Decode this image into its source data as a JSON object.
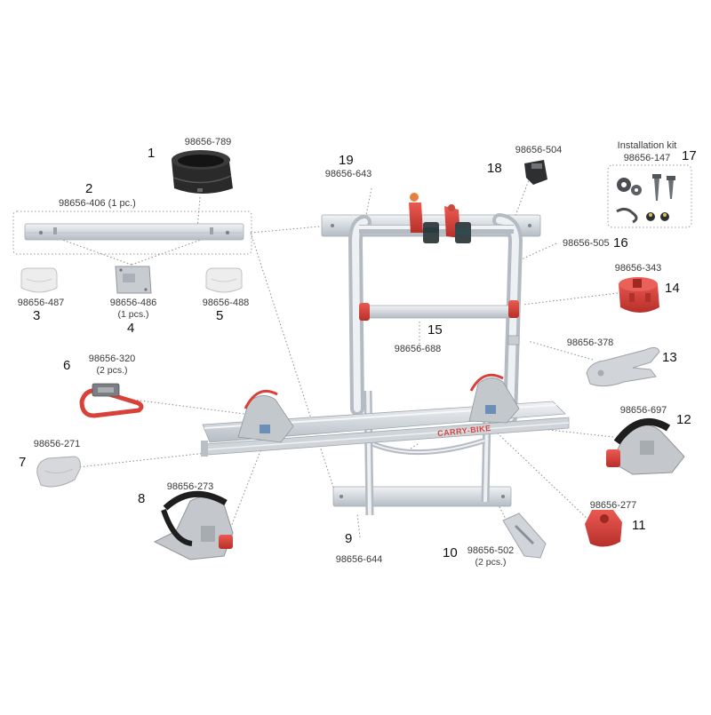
{
  "parts": [
    {
      "id": "1",
      "number": "1",
      "code": "98656-789",
      "note": ""
    },
    {
      "id": "2",
      "number": "2",
      "code": "98656-406",
      "note": "(1 pc.)"
    },
    {
      "id": "3",
      "number": "3",
      "code": "98656-487",
      "note": ""
    },
    {
      "id": "4",
      "number": "4",
      "code": "98656-486",
      "note": "(1 pcs.)"
    },
    {
      "id": "5",
      "number": "5",
      "code": "98656-488",
      "note": ""
    },
    {
      "id": "6",
      "number": "6",
      "code": "98656-320",
      "note": "(2 pcs.)"
    },
    {
      "id": "7",
      "number": "7",
      "code": "98656-271",
      "note": ""
    },
    {
      "id": "8",
      "number": "8",
      "code": "98656-273",
      "note": ""
    },
    {
      "id": "9",
      "number": "9",
      "code": "98656-644",
      "note": ""
    },
    {
      "id": "10",
      "number": "10",
      "code": "98656-502",
      "note": "(2 pcs.)"
    },
    {
      "id": "11",
      "number": "11",
      "code": "98656-277",
      "note": ""
    },
    {
      "id": "12",
      "number": "12",
      "code": "98656-697",
      "note": ""
    },
    {
      "id": "13",
      "number": "13",
      "code": "98656-378",
      "note": ""
    },
    {
      "id": "14",
      "number": "14",
      "code": "98656-343",
      "note": ""
    },
    {
      "id": "15",
      "number": "15",
      "code": "98656-688",
      "note": ""
    },
    {
      "id": "16",
      "number": "16",
      "code": "98656-505",
      "note": ""
    },
    {
      "id": "17",
      "number": "17",
      "code": "98656-147",
      "note": "Installation kit"
    },
    {
      "id": "18",
      "number": "18",
      "code": "98656-504",
      "note": ""
    },
    {
      "id": "19",
      "number": "19",
      "code": "98656-643",
      "note": ""
    }
  ],
  "brand_text": "CARRY-BIKE",
  "colors": {
    "aluminium": "#d9dde1",
    "aluminium_dark": "#aab1b8",
    "red": "#d8413a",
    "black": "#1e1e1e",
    "grey_plastic": "#b9bcc0",
    "leader": "#8a8a8a"
  }
}
